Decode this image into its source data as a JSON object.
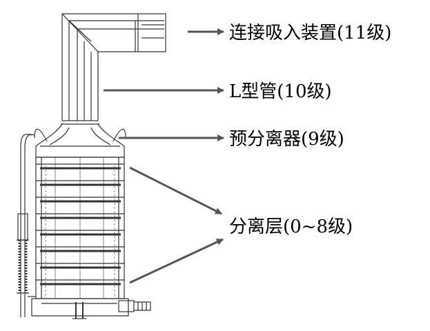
{
  "labels": {
    "stage11": "连接吸入装置(11级)",
    "stage10": "L型管(10级)",
    "stage9": "预分离器(9级)",
    "stages0_8": "分离层(0~8级)"
  },
  "colors": {
    "arrow": "#555555",
    "line": "#333333",
    "text": "#000000"
  }
}
